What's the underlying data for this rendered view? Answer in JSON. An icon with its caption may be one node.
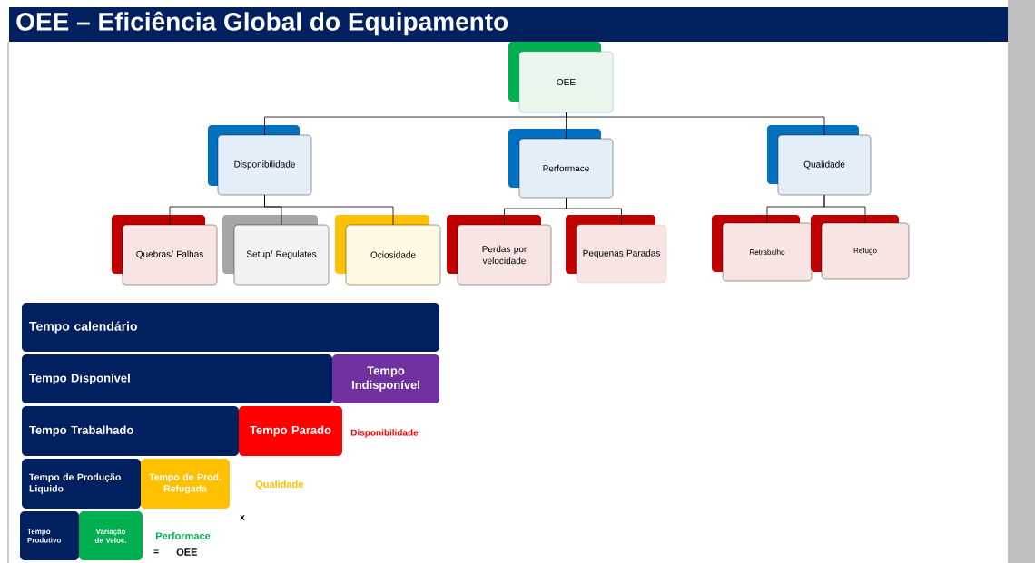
{
  "diagram": {
    "title": "OEE – Eficiência Global do Equipamento",
    "nodes": [
      {
        "text": [
          "OEE"
        ]
      },
      {
        "text": [
          "Disponibilidade"
        ]
      },
      {
        "text": [
          "Performace"
        ]
      },
      {
        "text": [
          "Qualidade"
        ]
      },
      {
        "text": [
          "Quebras/ Falhas"
        ]
      },
      {
        "text": [
          "Setup/ Regulates"
        ]
      },
      {
        "text": [
          "Ociosidade"
        ]
      },
      {
        "text": [
          "Perdas por velocidade"
        ]
      },
      {
        "text": [
          "Pequenas Paradas"
        ]
      },
      {
        "text": [
          "Retrabalho"
        ]
      },
      {
        "text": [
          "Refugo"
        ]
      },
      {
        "text": [
          "Tempo calendário"
        ]
      },
      {
        "text": [
          "Tempo Disponível"
        ]
      },
      {
        "text": [
          "Tempo Indisponível"
        ]
      },
      {
        "text": [
          "Tempo Trabalhado"
        ]
      },
      {
        "text": [
          "Tempo Parado"
        ]
      },
      {
        "text": [
          "Tempo de Produção Liquido"
        ]
      },
      {
        "text": [
          "Tempo de Prod. Refugada"
        ]
      },
      {
        "text": [
          "Tempo Produtivo"
        ]
      },
      {
        "text": [
          "Variação de Veloc."
        ]
      }
    ],
    "edges": [
      {
        "from": 0,
        "to": 1,
        "arrow": "none"
      },
      {
        "from": 0,
        "to": 2,
        "arrow": "none"
      },
      {
        "from": 0,
        "to": 3,
        "arrow": "none"
      },
      {
        "from": 1,
        "to": 4,
        "arrow": "none"
      },
      {
        "from": 1,
        "to": 5,
        "arrow": "none"
      },
      {
        "from": 1,
        "to": 6,
        "arrow": "none"
      },
      {
        "from": 2,
        "to": 7,
        "arrow": "none"
      },
      {
        "from": 2,
        "to": 8,
        "arrow": "none"
      },
      {
        "from": 3,
        "to": 9,
        "arrow": "none"
      },
      {
        "from": 3,
        "to": 10,
        "arrow": "none"
      }
    ],
    "labels": [
      "Disponibilidade",
      "Qualidade",
      "x",
      "Performace",
      "=",
      "OEE"
    ]
  }
}
